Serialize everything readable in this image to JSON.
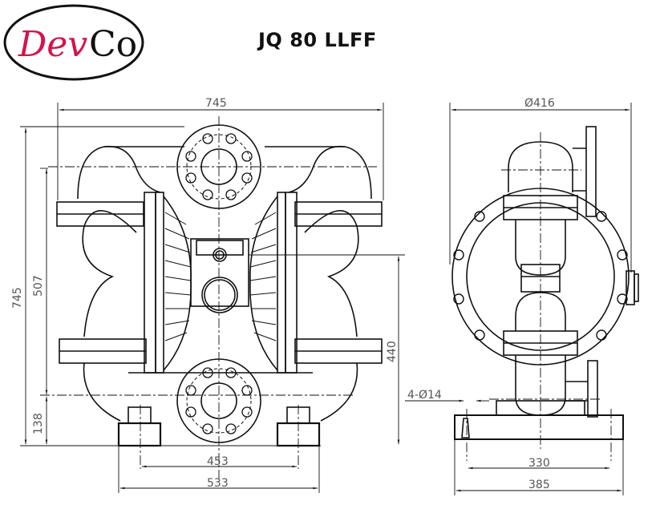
{
  "logo": {
    "part1": "Dev",
    "part2": "Co",
    "part1_color": "#d6134a",
    "part2_color": "#111111"
  },
  "title": "JQ 80 LLFF",
  "front_view": {
    "dimensions": {
      "overall_width": "745",
      "overall_height": "745",
      "inlet_outlet_centers": "507",
      "center_air_height": "440",
      "base_height": "138",
      "foot_hole_spacing": "453",
      "base_width": "533"
    }
  },
  "side_view": {
    "dimensions": {
      "chamber_diameter": "Ø416",
      "mounting_holes": "4-Ø14",
      "foot_hole_spacing": "330",
      "base_length": "385"
    }
  },
  "colors": {
    "line": "#111111",
    "dimension_text": "#555555"
  }
}
